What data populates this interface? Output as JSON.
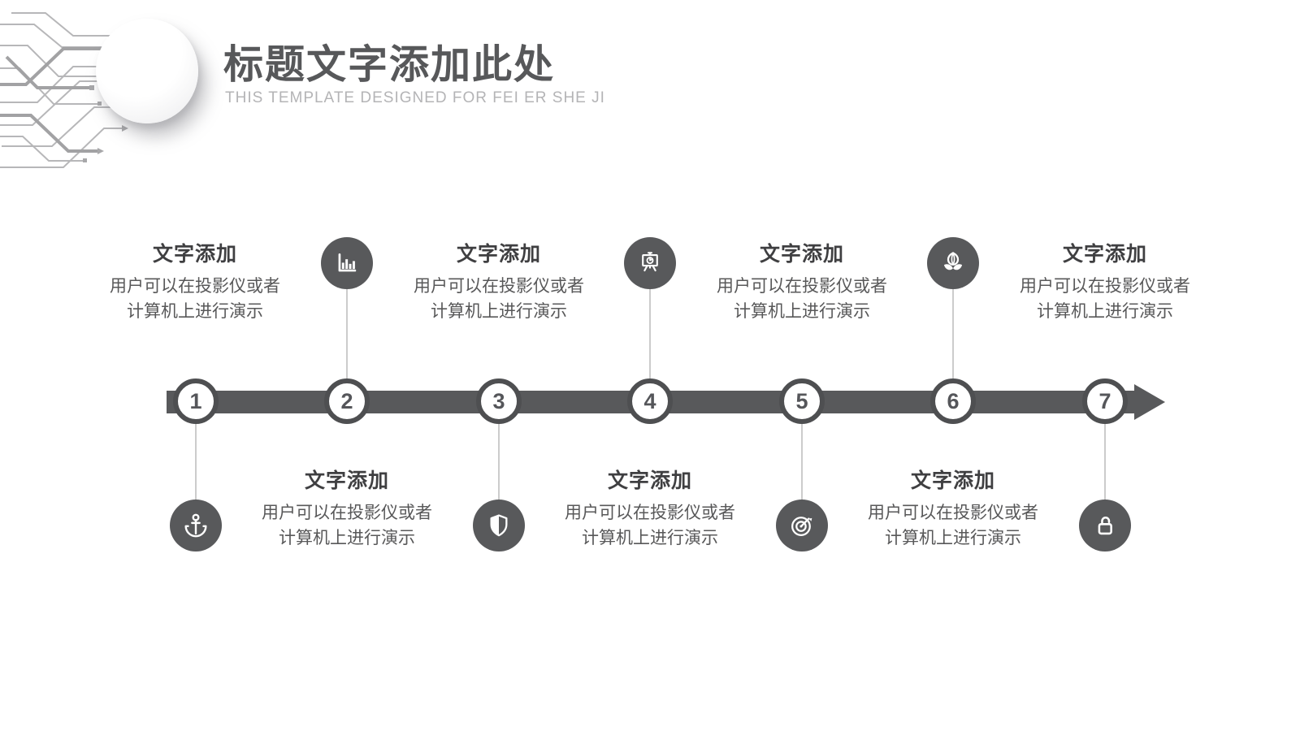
{
  "header": {
    "title": "标题文字添加此处",
    "subtitle": "THIS TEMPLATE DESIGNED FOR FEI ER SHE JI"
  },
  "colors": {
    "accent": "#58595b",
    "node_border": "#4e4f51",
    "connector": "#cccccc",
    "heading_text": "#3f3f41",
    "body_text": "#585859",
    "subtitle_text": "#b4b4b6"
  },
  "timeline": {
    "items": [
      {
        "number": "1",
        "icon": "anchor-icon",
        "icon_side": "below",
        "title": "文字添加",
        "body_line1": "用户可以在投影仪或者",
        "body_line2": "计算机上进行演示"
      },
      {
        "number": "2",
        "icon": "bar-chart-icon",
        "icon_side": "above",
        "title": "文字添加",
        "body_line1": "用户可以在投影仪或者",
        "body_line2": "计算机上进行演示"
      },
      {
        "number": "3",
        "icon": "shield-icon",
        "icon_side": "below",
        "title": "文字添加",
        "body_line1": "用户可以在投影仪或者",
        "body_line2": "计算机上进行演示"
      },
      {
        "number": "4",
        "icon": "presentation-chart-icon",
        "icon_side": "above",
        "title": "文字添加",
        "body_line1": "用户可以在投影仪或者",
        "body_line2": "计算机上进行演示"
      },
      {
        "number": "5",
        "icon": "target-icon",
        "icon_side": "below",
        "title": "文字添加",
        "body_line1": "用户可以在投影仪或者",
        "body_line2": "计算机上进行演示"
      },
      {
        "number": "6",
        "icon": "plant-icon",
        "icon_side": "above",
        "title": "文字添加",
        "body_line1": "用户可以在投影仪或者",
        "body_line2": "计算机上进行演示"
      },
      {
        "number": "7",
        "icon": "unlock-icon",
        "icon_side": "below",
        "title": "文字添加",
        "body_line1": "用户可以在投影仪或者",
        "body_line2": "计算机上进行演示"
      }
    ]
  }
}
